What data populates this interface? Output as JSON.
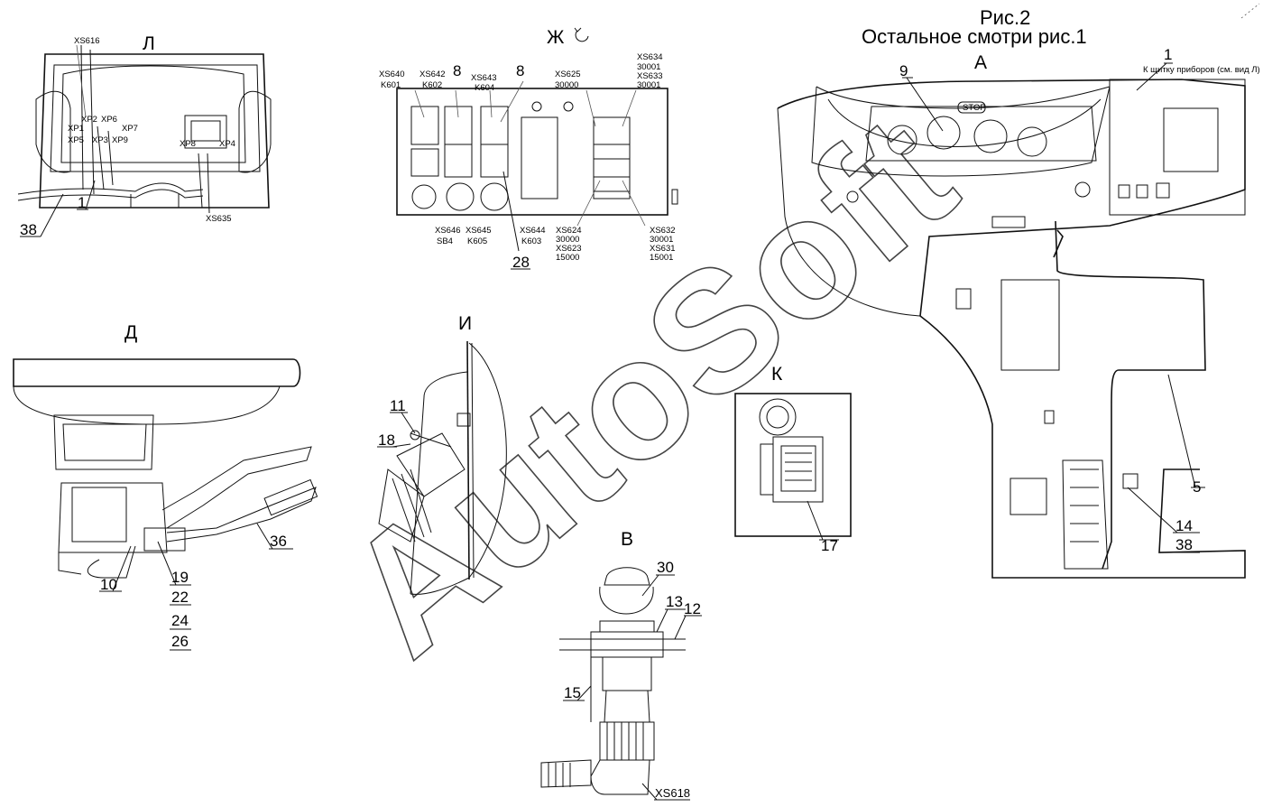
{
  "title": {
    "fig": "Рис.2",
    "note": "Остальное смотри рис.1"
  },
  "watermark": "AutoSoft",
  "views": {
    "L": "Л",
    "Zh": "Ж",
    "A": "А",
    "D": "Д",
    "I": "И",
    "K": "К",
    "V": "В"
  },
  "viewL": {
    "xs616": "XS616",
    "xp2": "XP2",
    "xp6": "XP6",
    "xp1": "XP1",
    "xp7": "XP7",
    "xp5": "XP5",
    "xp3": "XP3",
    "xp9": "XP9",
    "xp8": "XP8",
    "xp4": "XP4",
    "xs635": "XS635",
    "c38": "38",
    "c1": "1"
  },
  "viewZh": {
    "xs640": "XS640",
    "k601": "K601",
    "xs642": "XS642",
    "k602": "K602",
    "c8a": "8",
    "xs643": "XS643",
    "k604": "K604",
    "c8b": "8",
    "xs625": "XS625",
    "n30000a": "30000",
    "xs634": "XS634",
    "n30001a": "30001",
    "xs633": "XS633",
    "n30001b": "30001",
    "xs646": "XS646",
    "sb4": "SB4",
    "xs645": "XS645",
    "k605": "K605",
    "xs644": "XS644",
    "k603": "K603",
    "c28": "28",
    "xs624": "XS624",
    "n30000b": "30000",
    "xs623": "XS623",
    "n15000": "15000",
    "xs632": "XS632",
    "n30001c": "30001",
    "xs631": "XS631",
    "n15001": "15001"
  },
  "viewA": {
    "c1": "1",
    "c1note": "К щитку приборов (см. вид Л)",
    "c9": "9",
    "stop": "STOP",
    "c5": "5",
    "c14": "14",
    "c38": "38"
  },
  "viewD": {
    "c36": "36",
    "c10": "10",
    "c19": "19",
    "c22": "22",
    "c24": "24",
    "c26": "26"
  },
  "viewI": {
    "c11": "11",
    "c18": "18"
  },
  "viewK": {
    "c17": "17"
  },
  "viewV": {
    "c30": "30",
    "c13": "13",
    "c12": "12",
    "c15": "15",
    "xs618": "XS618"
  }
}
